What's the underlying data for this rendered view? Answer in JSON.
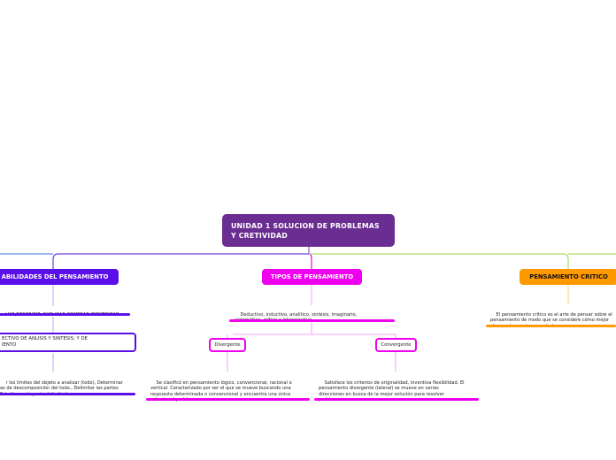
{
  "root": {
    "title": "UNIDAD 1 SOLUCION DE PROBLEMAS Y CRETIVIDAD"
  },
  "branches": {
    "habilidades": {
      "label": "ABILIDADES DEL PENSAMIENTO",
      "note1": "VAR,DESCRIBIR, EXPLICAR,COMPRAR IDENTIFICAR",
      "box": "ECTIVO DE ANLISIS Y SINTESIS; Y DE\nIENTO",
      "note2": "r los limites del objeto a analizar (todo), Determinar\nas de descomposición del todo., Delimitar las partes\nEstudiar cada parte delimitada"
    },
    "tipos": {
      "label": "TIPOS DE PENSAMIENTO",
      "note": "Deductivo, inductivo, analítico, sintesis, imaginario,\nsistemático, crítico e interrogativo",
      "divergente": {
        "label": "Divergente",
        "note": "Se clasificó en pensamiento lógico, convencional, racional o\nvertical. Caracterizado por ser el que se mueve buscando una\nrespuesta determinada o convencional y encuentra una única\nsolución al problema"
      },
      "convergente": {
        "label": "Convergente",
        "note": "Satisface los criterios de originalidad, inventiva flexibilidad. El\npensamiento divergente (lateral) se mueve en varias\ndirecciones en busca de la mejor solución para resolver\nproblemas."
      }
    },
    "critico": {
      "label": "PENSAMIENTO CRITICO",
      "note": "El pensamiento crítico es el arte de pensar sobre el\npensamiento de modo que se considere cómo mejor\nclaro, más exacto o acertado"
    }
  },
  "colors": {
    "root": "#6a2d91",
    "habilidades": "#5b0fe8",
    "tipos": "#ee00ee",
    "critico": "#ff9900",
    "wire_left": "#5b8be8",
    "wire_right": "#a8e060"
  }
}
